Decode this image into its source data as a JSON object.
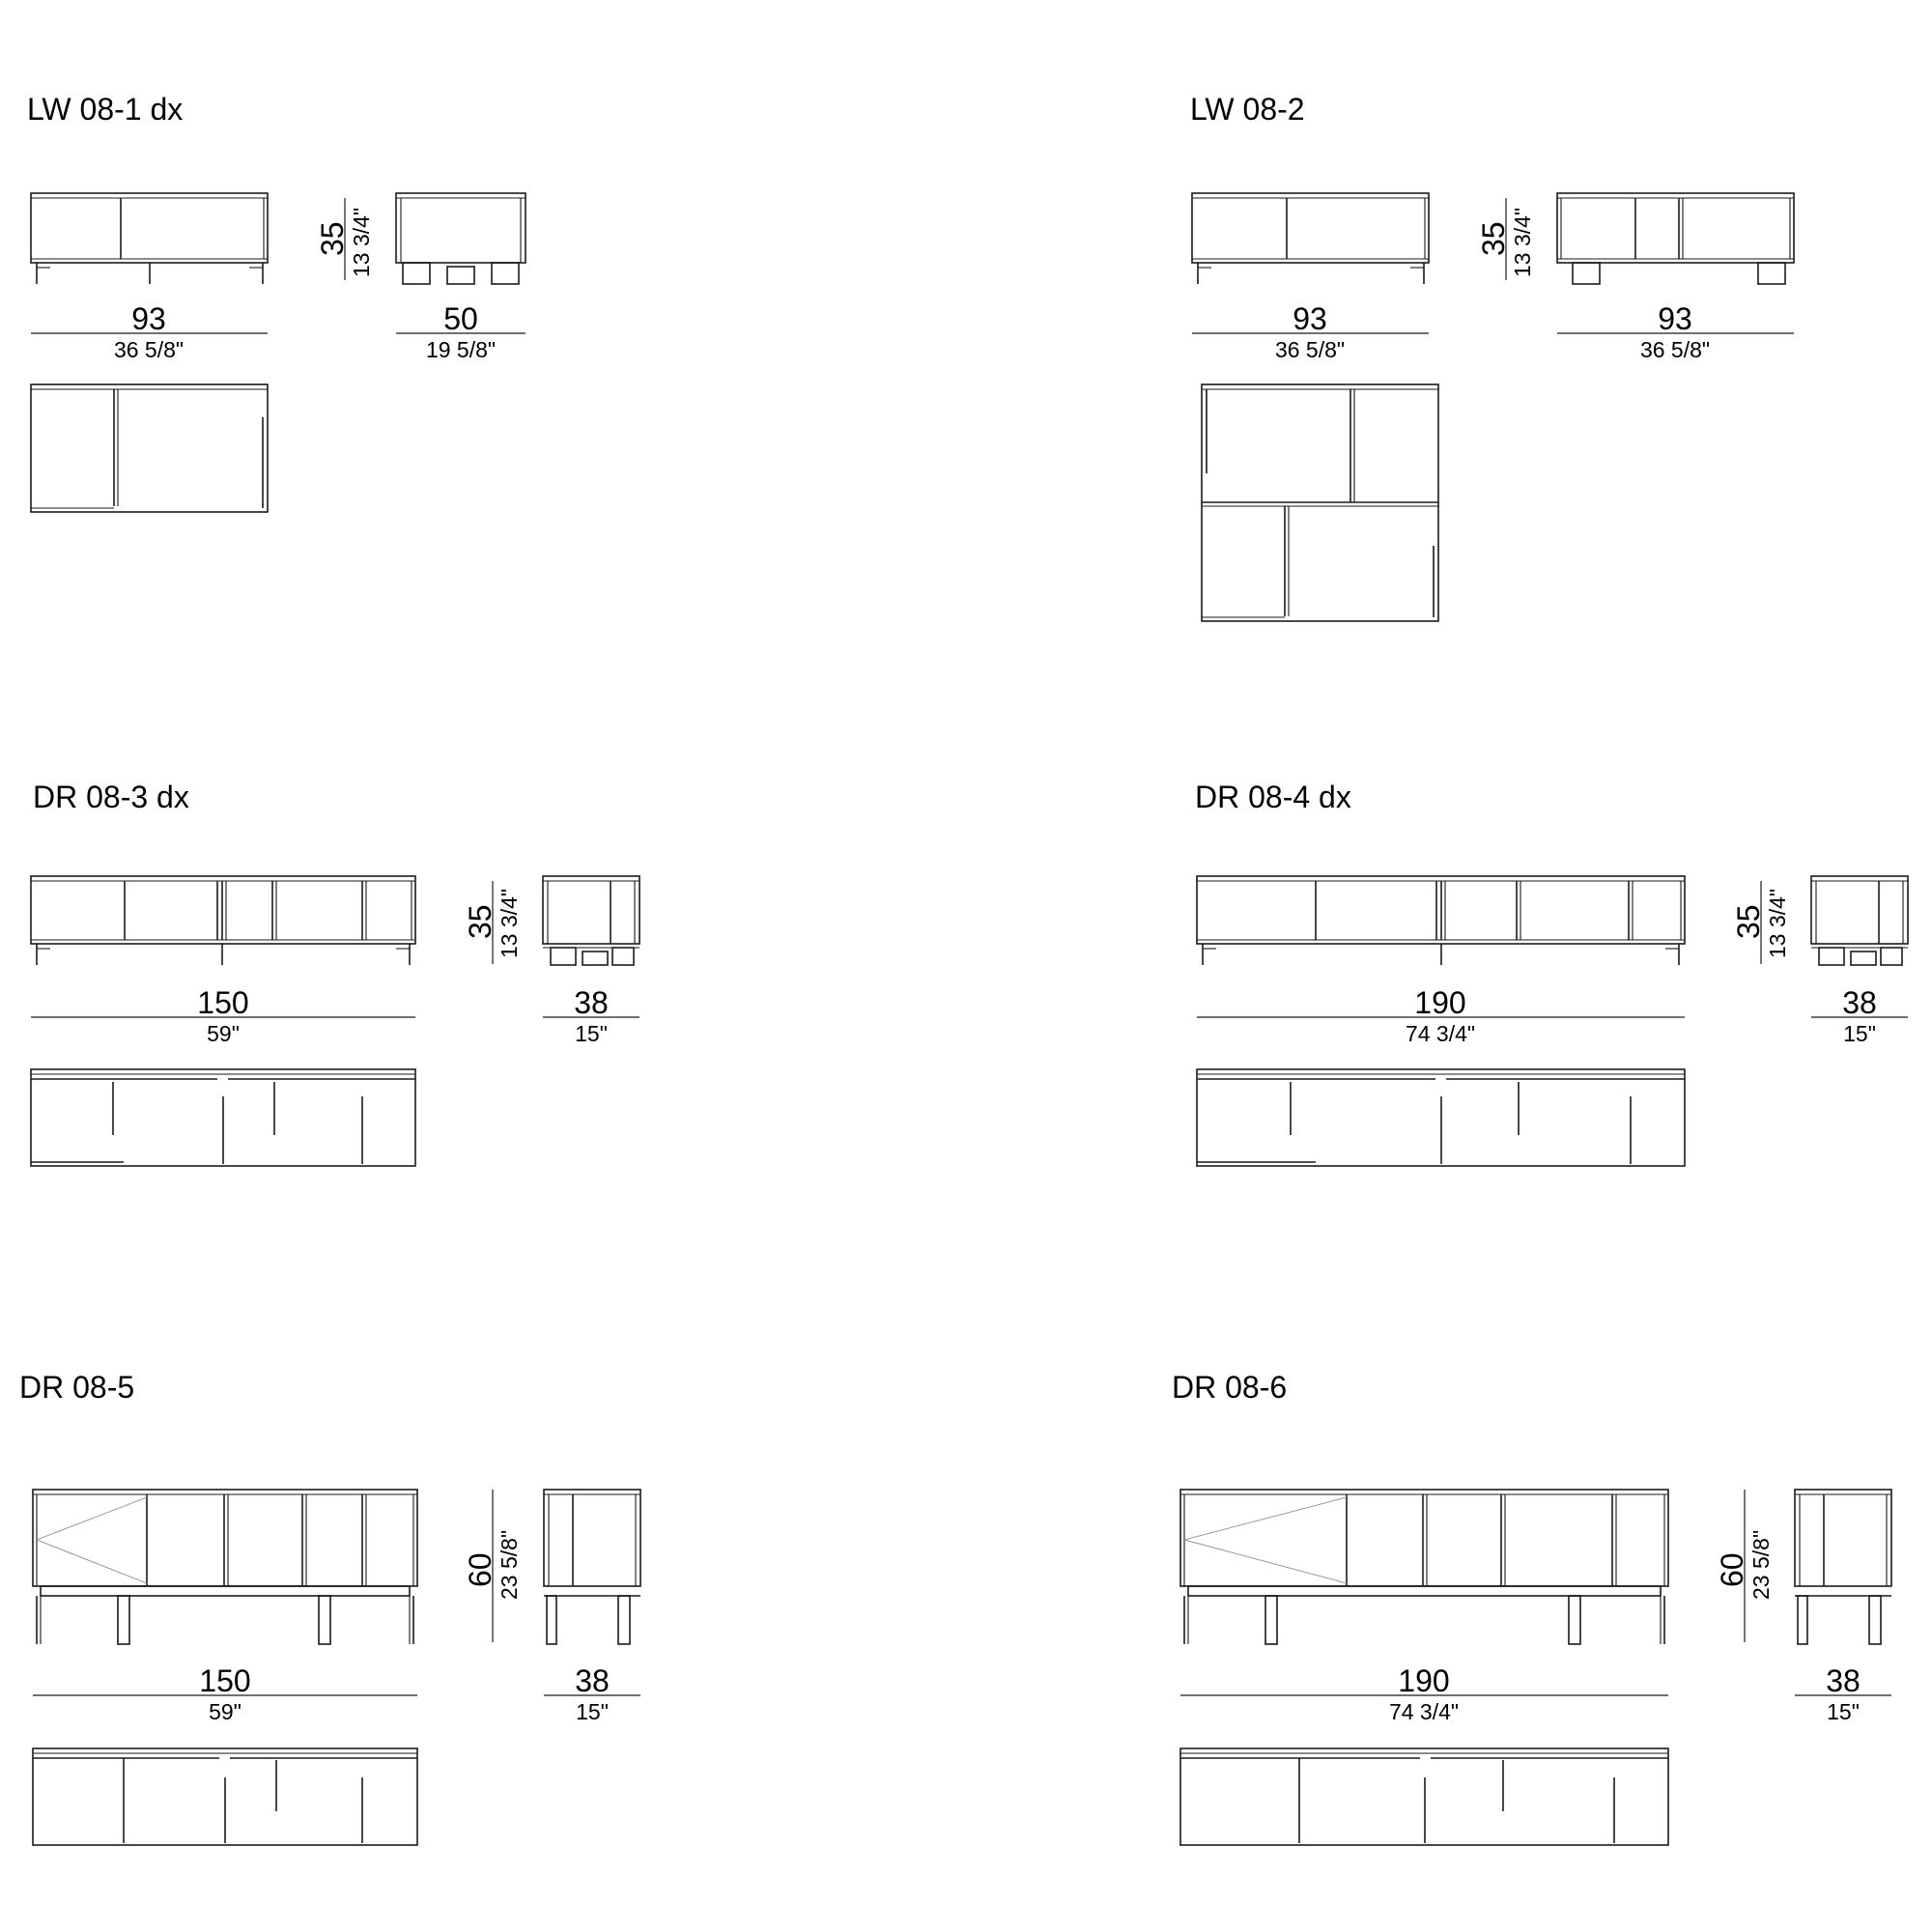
{
  "products": [
    {
      "id": "lw-08-1-dx",
      "name": "LW 08-1 dx",
      "front_width": {
        "cm": "93",
        "in": "36 5/8\""
      },
      "height": {
        "cm": "35",
        "in": "13 3/4\""
      },
      "side_width": {
        "cm": "50",
        "in": "19 5/8\""
      }
    },
    {
      "id": "lw-08-2",
      "name": "LW 08-2",
      "front_width": {
        "cm": "93",
        "in": "36 5/8\""
      },
      "height": {
        "cm": "35",
        "in": "13 3/4\""
      },
      "side_width": {
        "cm": "93",
        "in": "36 5/8\""
      }
    },
    {
      "id": "dr-08-3-dx",
      "name": "DR 08-3 dx",
      "front_width": {
        "cm": "150",
        "in": "59\""
      },
      "height": {
        "cm": "35",
        "in": "13 3/4\""
      },
      "side_width": {
        "cm": "38",
        "in": "15\""
      }
    },
    {
      "id": "dr-08-4-dx",
      "name": "DR 08-4 dx",
      "front_width": {
        "cm": "190",
        "in": "74 3/4\""
      },
      "height": {
        "cm": "35",
        "in": "13 3/4\""
      },
      "side_width": {
        "cm": "38",
        "in": "15\""
      }
    },
    {
      "id": "dr-08-5",
      "name": "DR 08-5",
      "front_width": {
        "cm": "150",
        "in": "59\""
      },
      "height": {
        "cm": "60",
        "in": "23 5/8\""
      },
      "side_width": {
        "cm": "38",
        "in": "15\""
      }
    },
    {
      "id": "dr-08-6",
      "name": "DR 08-6",
      "front_width": {
        "cm": "190",
        "in": "74 3/4\""
      },
      "height": {
        "cm": "60",
        "in": "23 5/8\""
      },
      "side_width": {
        "cm": "38",
        "in": "15\""
      }
    }
  ]
}
